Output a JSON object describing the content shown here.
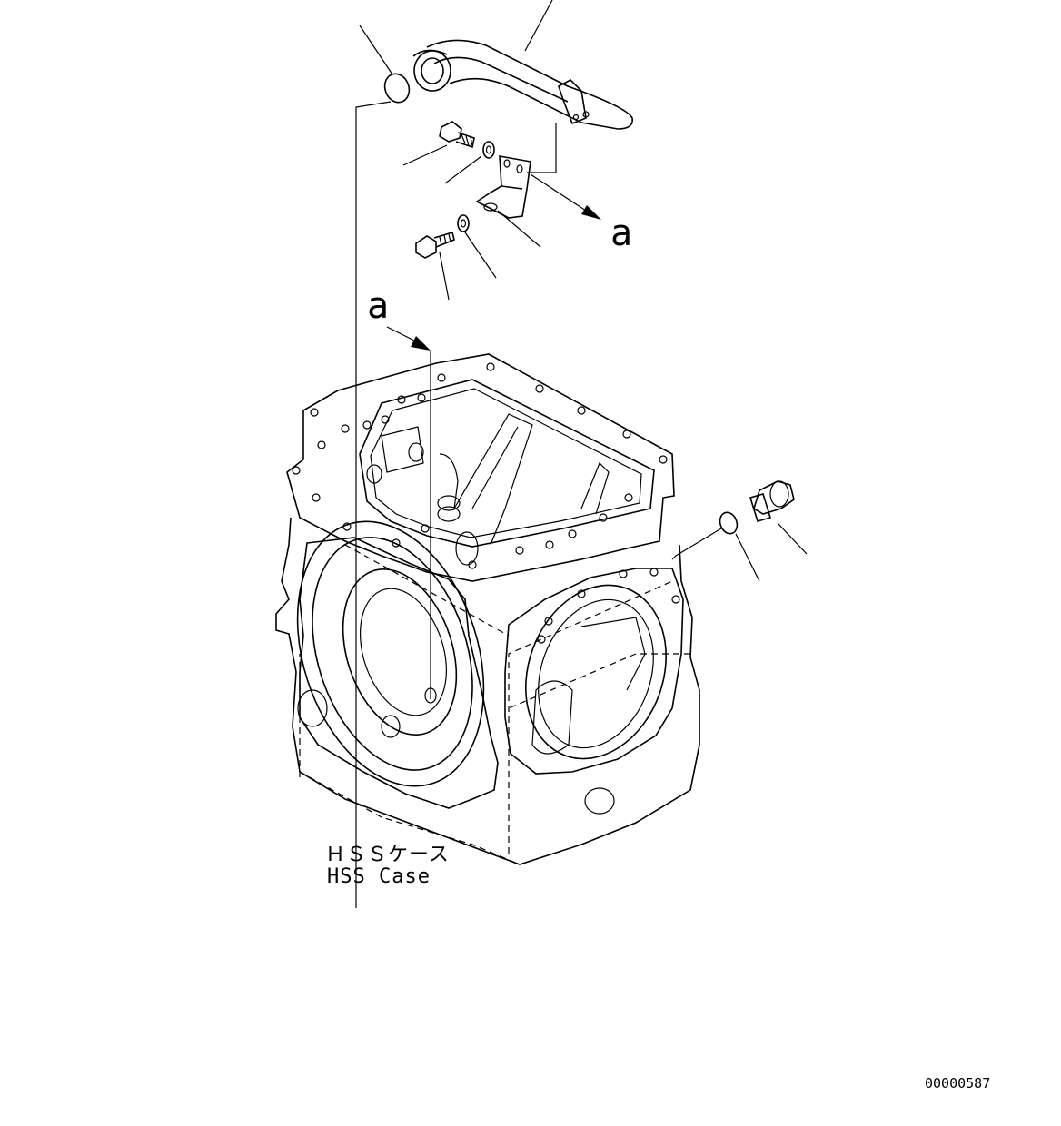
{
  "labels": {
    "ref_a_upper": "a",
    "ref_a_lower": "a",
    "case_name_jp": "ＨＳＳケース",
    "case_name_en": "HSS Case",
    "drawing_number": "00000587"
  }
}
